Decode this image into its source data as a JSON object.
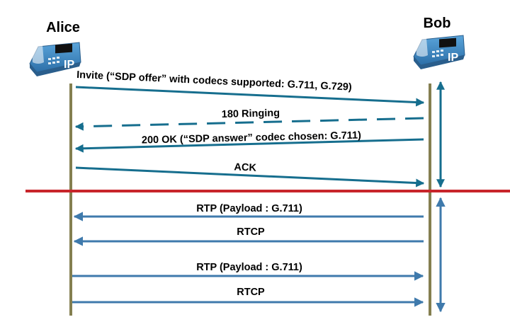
{
  "parties": {
    "alice": {
      "name": "Alice",
      "phone_icon": "ip-phone-icon",
      "phone_label": "IP"
    },
    "bob": {
      "name": "Bob",
      "phone_icon": "ip-phone-icon",
      "phone_label": "IP"
    }
  },
  "signaling_messages": [
    {
      "label": "Invite (“SDP offer” with codecs supported: G.711, G.729)",
      "direction": "alice-to-bob",
      "style": "solid"
    },
    {
      "label": "180 Ringing",
      "direction": "bob-to-alice",
      "style": "dashed"
    },
    {
      "label": "200 OK (“SDP answer” codec chosen: G.711)",
      "direction": "bob-to-alice",
      "style": "solid"
    },
    {
      "label": "ACK",
      "direction": "alice-to-bob",
      "style": "solid"
    }
  ],
  "media_messages": [
    {
      "label": "RTP (Payload : G.711)",
      "direction": "bob-to-alice"
    },
    {
      "label": "RTCP",
      "direction": "bob-to-alice"
    },
    {
      "label": "RTP (Payload : G.711)",
      "direction": "alice-to-bob"
    },
    {
      "label": "RTCP",
      "direction": "alice-to-bob"
    }
  ],
  "colors": {
    "lifeline": "#847F50",
    "signaling_arrow": "#166E8E",
    "media_arrow": "#3F7AAC",
    "separator": "#C8252B",
    "phone_body": "#3A87C2",
    "phone_screen": "#111111"
  }
}
